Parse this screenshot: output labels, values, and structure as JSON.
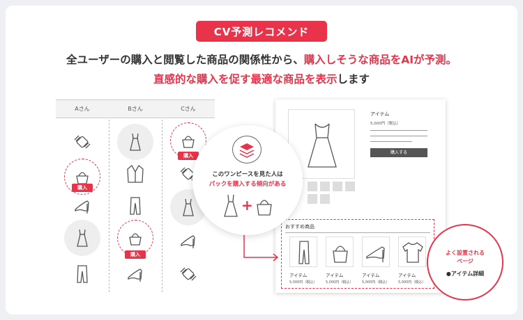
{
  "badge": "CV予測レコメンド",
  "headline": {
    "l1a": "全ユーザーの購入と閲覧した商品の関係性から、",
    "l1b": "購入しそうな商品をAIが予測。",
    "l2a": "直感的な購入を促す最適な商品を表示",
    "l2b": "します"
  },
  "table": {
    "cols": [
      "Aさん",
      "Bさん",
      "Cさん"
    ],
    "buy_label": "購入"
  },
  "bubble": {
    "line1": "このワンピースを見た人は",
    "line2": "パックを購入する傾向がある"
  },
  "product": {
    "title": "アイテム",
    "price": "5,000円（税込）",
    "buy_button": "購入する"
  },
  "recommend": {
    "title": "おすすめ商品",
    "items": [
      {
        "name": "アイテム",
        "price": "5,000円（税込）"
      },
      {
        "name": "アイテム",
        "price": "5,000円（税込）"
      },
      {
        "name": "アイテム",
        "price": "5,000円（税込）"
      },
      {
        "name": "アイテム",
        "price": "5,000円（税込）"
      }
    ]
  },
  "placement": {
    "line1": "よく設置される",
    "line2": "ページ",
    "line3": "●アイテム詳細"
  },
  "colors": {
    "accent": "#e8334a"
  }
}
